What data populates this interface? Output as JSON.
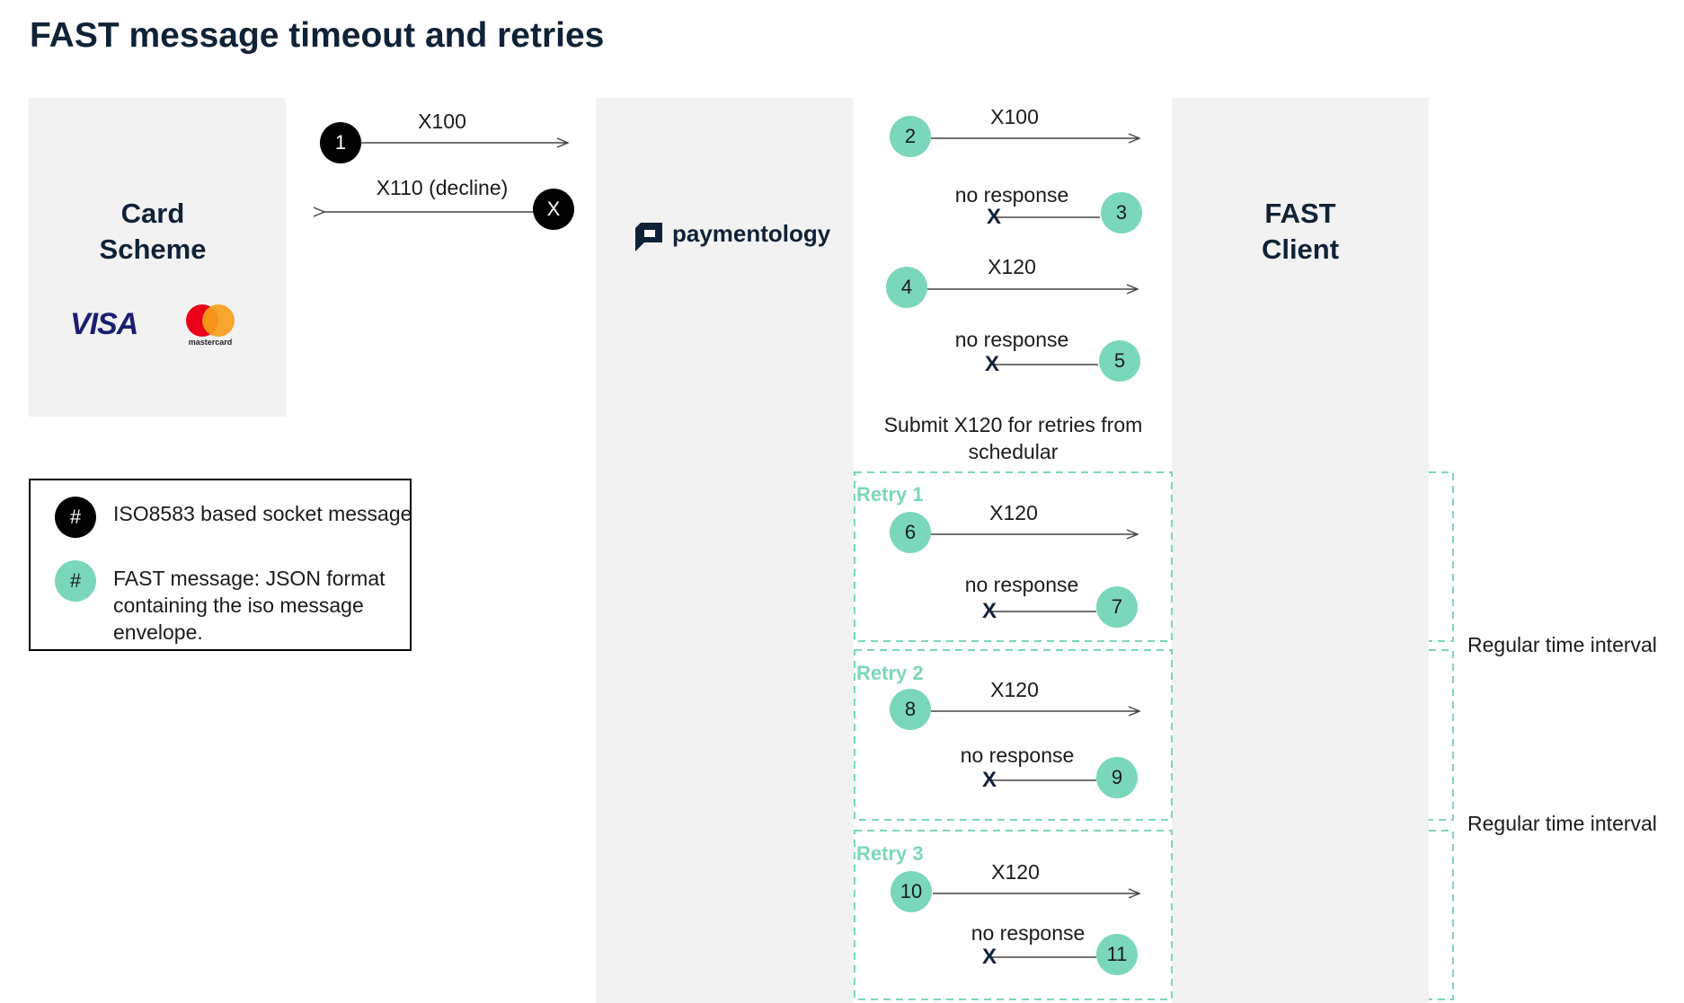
{
  "title": "FAST message timeout and retries",
  "lanes": {
    "card_scheme": {
      "line1": "Card",
      "line2": "Scheme"
    },
    "fast_client": {
      "line1": "FAST",
      "line2": "Client"
    },
    "paymentology": {
      "logo_text": "paymentology"
    }
  },
  "brands": {
    "visa": "VISA",
    "mastercard": "mastercard",
    "mastercard_colors": {
      "red": "#eb001b",
      "orange": "#f79e1b"
    }
  },
  "messages": {
    "m1": {
      "num": "1",
      "label": "X100"
    },
    "mx": {
      "num": "X",
      "label": "X110 (decline)"
    },
    "m2": {
      "num": "2",
      "label": "X100"
    },
    "m3": {
      "num": "3",
      "label": "no response",
      "mark": "X"
    },
    "m4": {
      "num": "4",
      "label": "X120"
    },
    "m5": {
      "num": "5",
      "label": "no response",
      "mark": "X"
    },
    "m6": {
      "num": "6",
      "label": "X120"
    },
    "m7": {
      "num": "7",
      "label": "no response",
      "mark": "X"
    },
    "m8": {
      "num": "8",
      "label": "X120"
    },
    "m9": {
      "num": "9",
      "label": "no response",
      "mark": "X"
    },
    "m10": {
      "num": "10",
      "label": "X120"
    },
    "m11": {
      "num": "11",
      "label": "no response",
      "mark": "X"
    }
  },
  "note": {
    "line1": "Submit X120 for retries from",
    "line2": "schedular"
  },
  "retries": {
    "r1": "Retry 1",
    "r2": "Retry 2",
    "r3": "Retry 3"
  },
  "intervals": {
    "i1": "Regular time interval",
    "i2": "Regular time interval"
  },
  "legend": {
    "iso": {
      "symbol": "#",
      "text": "ISO8583 based socket message"
    },
    "fast": {
      "symbol": "#",
      "line1": "FAST message: JSON format",
      "line2": "containing the iso message",
      "line3": "envelope."
    }
  },
  "colors": {
    "teal": "#7ad7bb",
    "lane_bg": "#f2f2f2",
    "dark_navy": "#102236",
    "visa_blue": "#1a1f71"
  },
  "icons": {
    "logo": "paymentology-logo-icon"
  }
}
